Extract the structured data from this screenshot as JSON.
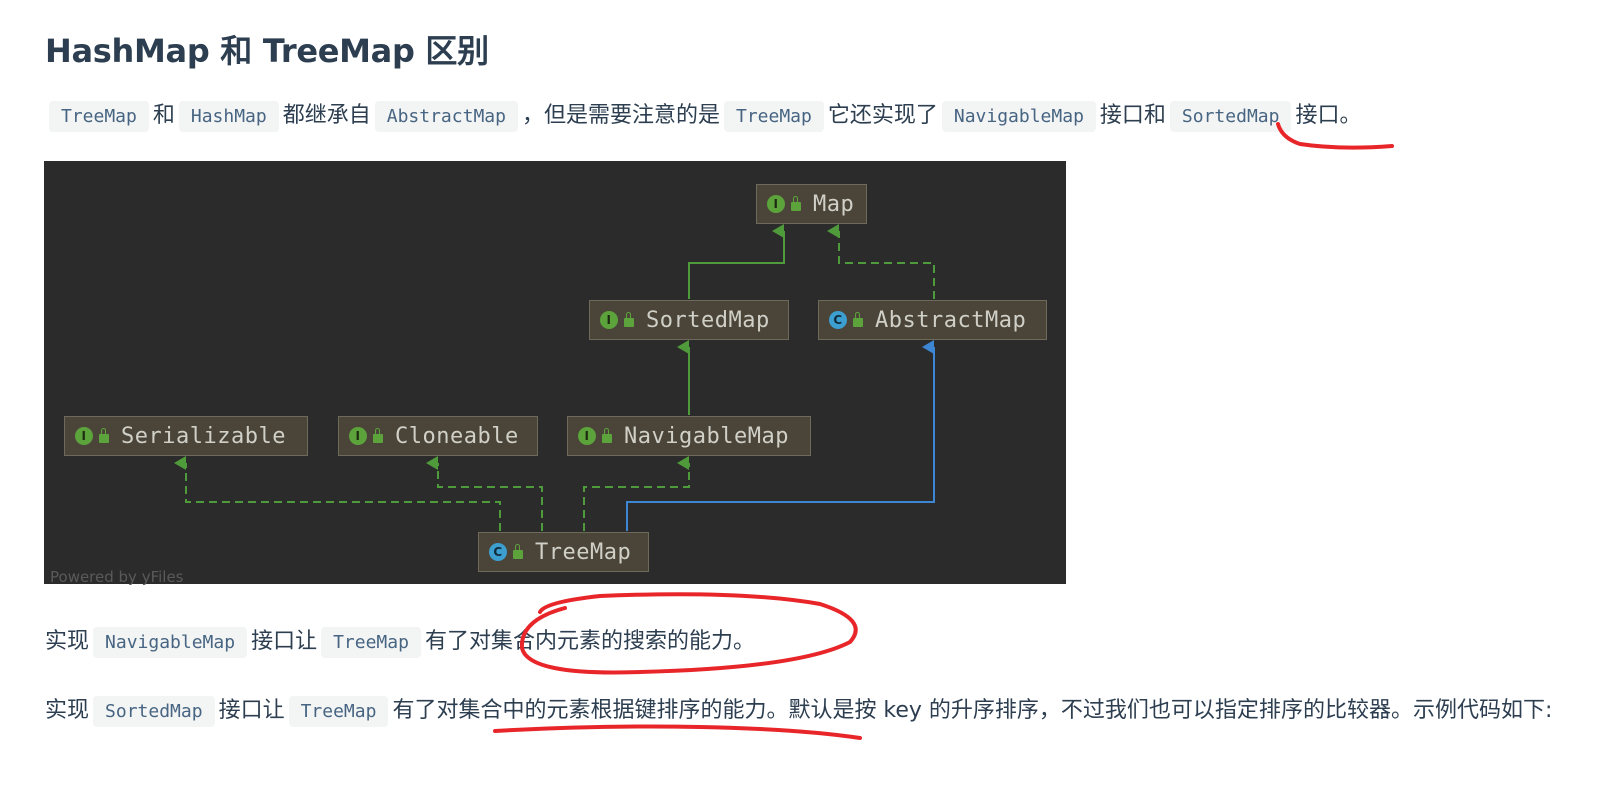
{
  "heading": "HashMap 和 TreeMap 区别",
  "para1": {
    "code1": "TreeMap",
    "t1": "和",
    "code2": "HashMap",
    "t2": "都继承自",
    "code3": "AbstractMap",
    "t3": "，但是需要注意的是",
    "code4": "TreeMap",
    "t4": "它还实现了",
    "code5": "NavigableMap",
    "t5": "接口和",
    "code6": "SortedMap",
    "t6": "接口。"
  },
  "diagram": {
    "nodes": {
      "map": {
        "label": "Map",
        "kind": "I"
      },
      "sortedmap": {
        "label": "SortedMap",
        "kind": "I"
      },
      "abstractmap": {
        "label": "AbstractMap",
        "kind": "C"
      },
      "serializable": {
        "label": "Serializable",
        "kind": "I"
      },
      "cloneable": {
        "label": "Cloneable",
        "kind": "I"
      },
      "navigablemap": {
        "label": "NavigableMap",
        "kind": "I"
      },
      "treemap": {
        "label": "TreeMap",
        "kind": "C"
      }
    },
    "watermark": "Powered by yFiles",
    "colors": {
      "background": "#2b2b2b",
      "interface_edge": "#4f9a3a",
      "class_edge": "#3d86d4",
      "node_fill": "#4a4538"
    }
  },
  "para2": {
    "t1": "实现",
    "code1": "NavigableMap",
    "t2": "接口让",
    "code2": "TreeMap",
    "t3": "有了对集合内元素的搜索的能力。"
  },
  "para3": {
    "t1": "实现",
    "code1": "SortedMap",
    "t2": "接口让",
    "code2": "TreeMap",
    "t3": "有了对集合中的元素根据键排序的能力。默认是按 key 的升序排序，不过我们也可以指定排序的比较器。示例代码如下:"
  },
  "annotation_color": "#e8262a"
}
